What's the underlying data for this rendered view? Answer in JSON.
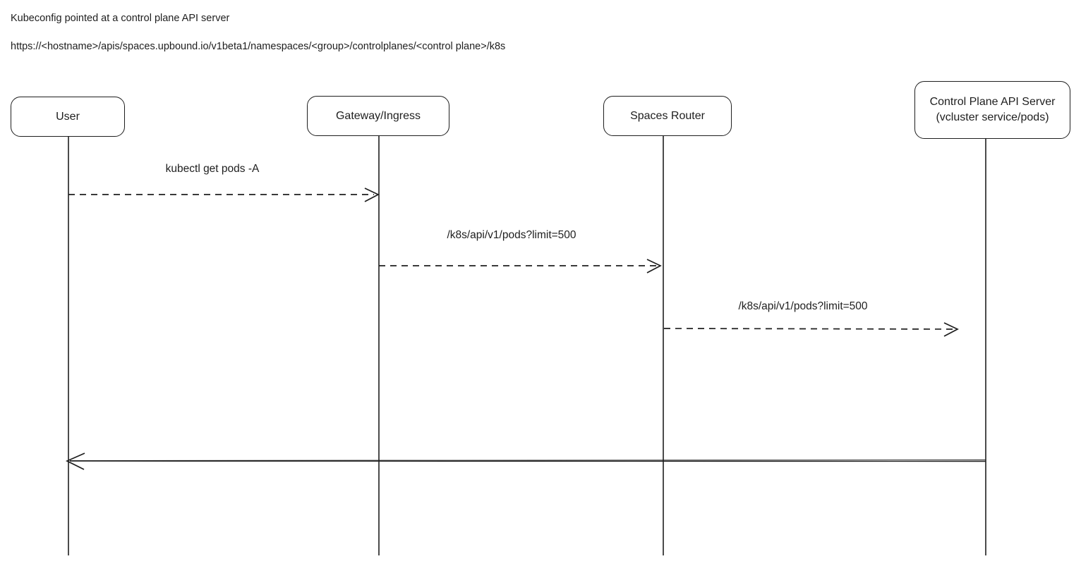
{
  "header": {
    "title": "Kubeconfig pointed at a control plane API server",
    "url": "https://<hostname>/apis/spaces.upbound.io/v1beta1/namespaces/<group>/controlplanes/<control plane>/k8s"
  },
  "diagram": {
    "type": "sequence-diagram",
    "colors": {
      "stroke": "#1e1e1e",
      "background": "#ffffff"
    },
    "actors": [
      {
        "label": "User"
      },
      {
        "label": "Gateway/Ingress"
      },
      {
        "label": "Spaces Router"
      },
      {
        "label": "Control Plane API Server",
        "sublabel": "(vcluster service/pods)"
      }
    ],
    "messages": [
      {
        "from": "User",
        "to": "Gateway/Ingress",
        "label": "kubectl get pods -A",
        "line": "dashed",
        "direction": "right"
      },
      {
        "from": "Gateway/Ingress",
        "to": "Spaces Router",
        "label": "/k8s/api/v1/pods?limit=500",
        "line": "dashed",
        "direction": "right"
      },
      {
        "from": "Spaces Router",
        "to": "Control Plane API Server",
        "label": "/k8s/api/v1/pods?limit=500",
        "line": "dashed",
        "direction": "right"
      },
      {
        "from": "Control Plane API Server",
        "to": "User",
        "label": "",
        "line": "solid",
        "direction": "left"
      }
    ]
  }
}
